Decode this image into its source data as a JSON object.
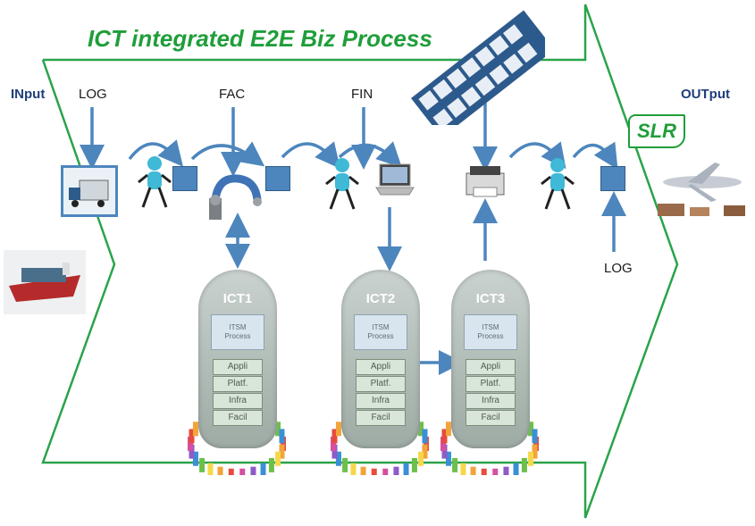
{
  "title": "ICT integrated E2E Biz Process",
  "labels": {
    "input": "INput",
    "output": "OUTput",
    "log_top": "LOG",
    "fac": "FAC",
    "fin": "FIN",
    "log_bottom": "LOG",
    "slr": "SLR"
  },
  "ict_stacks": [
    {
      "title": "ICT1",
      "process": [
        "ITSM",
        "Process"
      ],
      "layers": [
        "Appli",
        "Platf.",
        "Infra",
        "Facil"
      ]
    },
    {
      "title": "ICT2",
      "process": [
        "ITSM",
        "Process"
      ],
      "layers": [
        "Appli",
        "Platf.",
        "Infra",
        "Facil"
      ]
    },
    {
      "title": "ICT3",
      "process": [
        "ITSM",
        "Process"
      ],
      "layers": [
        "Appli",
        "Platf.",
        "Infra",
        "Facil"
      ]
    }
  ],
  "colors": {
    "chevron": "#2aa34a",
    "title": "#1f9e3a",
    "arrow": "#4d86bd",
    "square": "#4d86bd"
  },
  "icons": [
    "truck-icon",
    "person-icon",
    "robot-arm-icon",
    "laptop-icon",
    "printer-icon",
    "airplane-icon",
    "ship-icon",
    "icon-tiles-icon"
  ]
}
